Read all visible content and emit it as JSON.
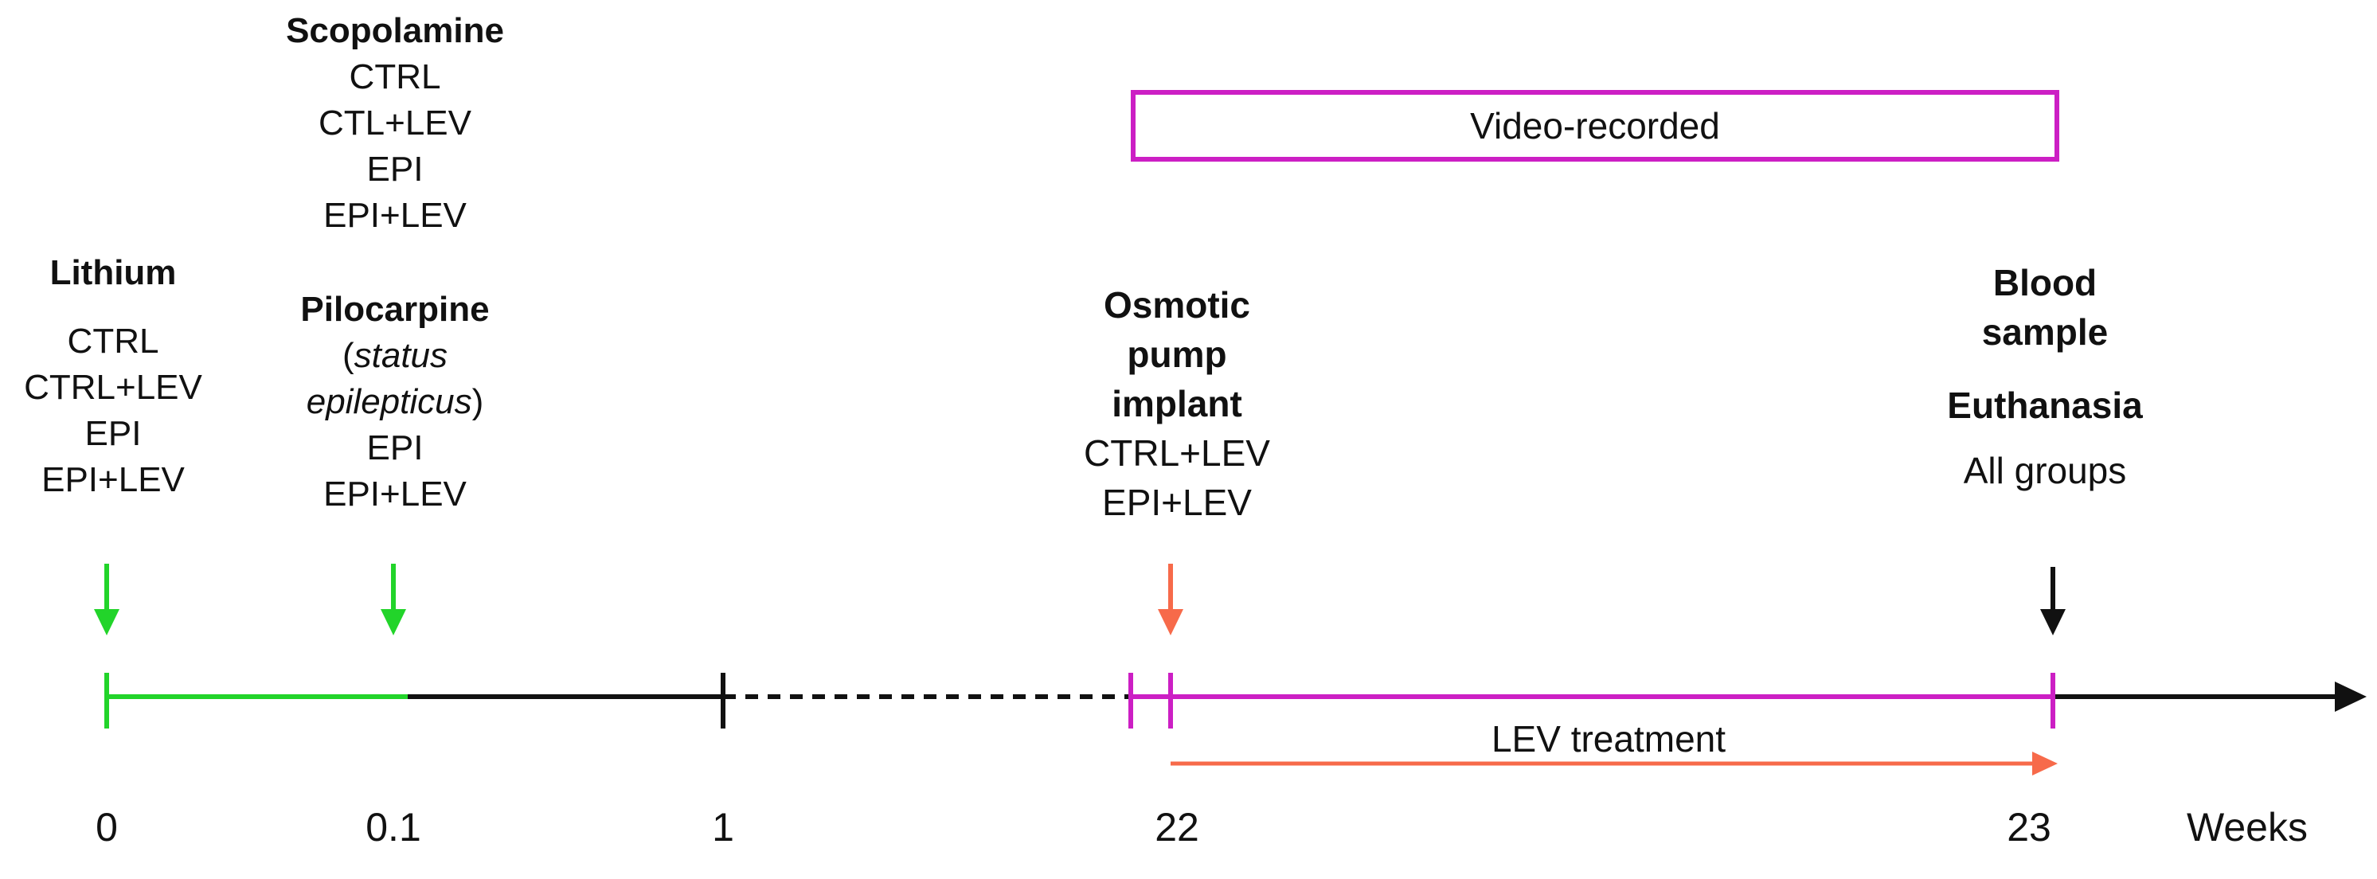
{
  "colors": {
    "green": "#22d42a",
    "black": "#111111",
    "magenta": "#cc1fc4",
    "orange": "#f76a4a"
  },
  "events": {
    "lithium": {
      "title": "Lithium",
      "groups": [
        "CTRL",
        "CTRL+LEV",
        "EPI",
        "EPI+LEV"
      ]
    },
    "scopolamine": {
      "title": "Scopolamine",
      "groups": [
        "CTRL",
        "CTL+LEV",
        "EPI",
        "EPI+LEV"
      ]
    },
    "pilocarpine": {
      "title": "Pilocarpine",
      "subtitle_open": "(",
      "subtitle_italic_1": "status",
      "subtitle_italic_2": "epilepticus",
      "subtitle_close": ")",
      "groups": [
        "EPI",
        "EPI+LEV"
      ]
    },
    "osmotic_pump": {
      "title_lines": [
        "Osmotic",
        "pump",
        "implant"
      ],
      "groups": [
        "CTRL+LEV",
        "EPI+LEV"
      ]
    },
    "end": {
      "title_lines": [
        "Blood",
        "sample"
      ],
      "title2": "Euthanasia",
      "groups": "All groups"
    }
  },
  "video_box_label": "Video-recorded",
  "lev_treatment_label": "LEV treatment",
  "axis": {
    "ticks": [
      "0",
      "0.1",
      "1",
      "22",
      "23"
    ],
    "unit": "Weeks"
  }
}
